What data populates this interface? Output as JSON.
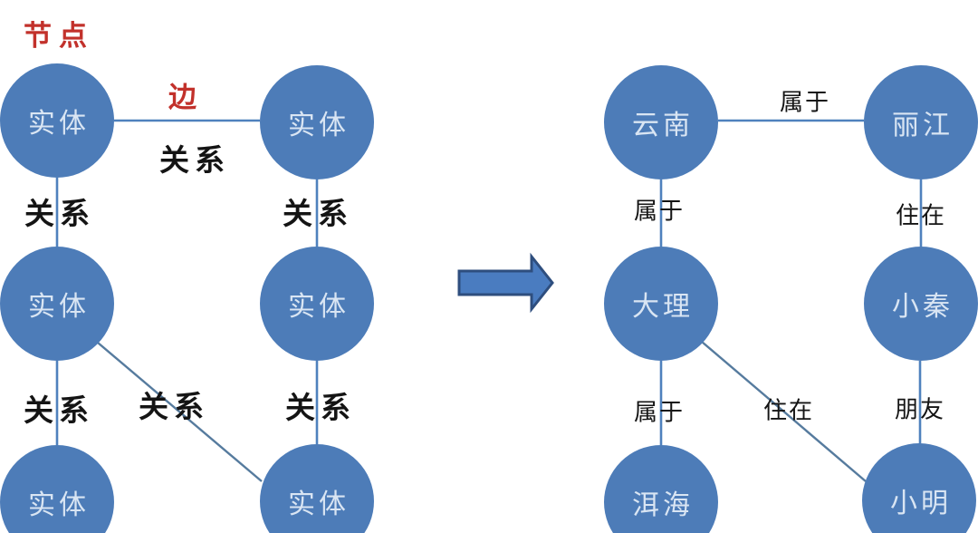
{
  "annotations": {
    "node_callout": "节点",
    "edge_callout": "边"
  },
  "left_graph": {
    "nodes": [
      {
        "label": "实体"
      },
      {
        "label": "实体"
      },
      {
        "label": "实体"
      },
      {
        "label": "实体"
      },
      {
        "label": "实体"
      },
      {
        "label": "实体"
      }
    ],
    "edges": [
      {
        "label": "关系"
      },
      {
        "label": "关系"
      },
      {
        "label": "关系"
      },
      {
        "label": "关系"
      },
      {
        "label": "关系"
      },
      {
        "label": "关系"
      }
    ]
  },
  "right_graph": {
    "nodes": [
      {
        "label": "云南"
      },
      {
        "label": "丽江"
      },
      {
        "label": "大理"
      },
      {
        "label": "小秦"
      },
      {
        "label": "洱海"
      },
      {
        "label": "小明"
      }
    ],
    "edges": [
      {
        "label": "属于"
      },
      {
        "label": "属于"
      },
      {
        "label": "住在"
      },
      {
        "label": "属于"
      },
      {
        "label": "住在"
      },
      {
        "label": "朋友"
      }
    ]
  },
  "colors": {
    "node_fill": "#4d7cb8",
    "node_text": "#d9e5f3",
    "edge_line": "#4f81bd",
    "diagonal_line": "#567b9e",
    "label_text": "#141414",
    "annotation_red": "#c2312b",
    "arrow_fill": "#4a7cc0",
    "arrow_stroke": "#2e4e7e",
    "background": "#ffffff"
  }
}
